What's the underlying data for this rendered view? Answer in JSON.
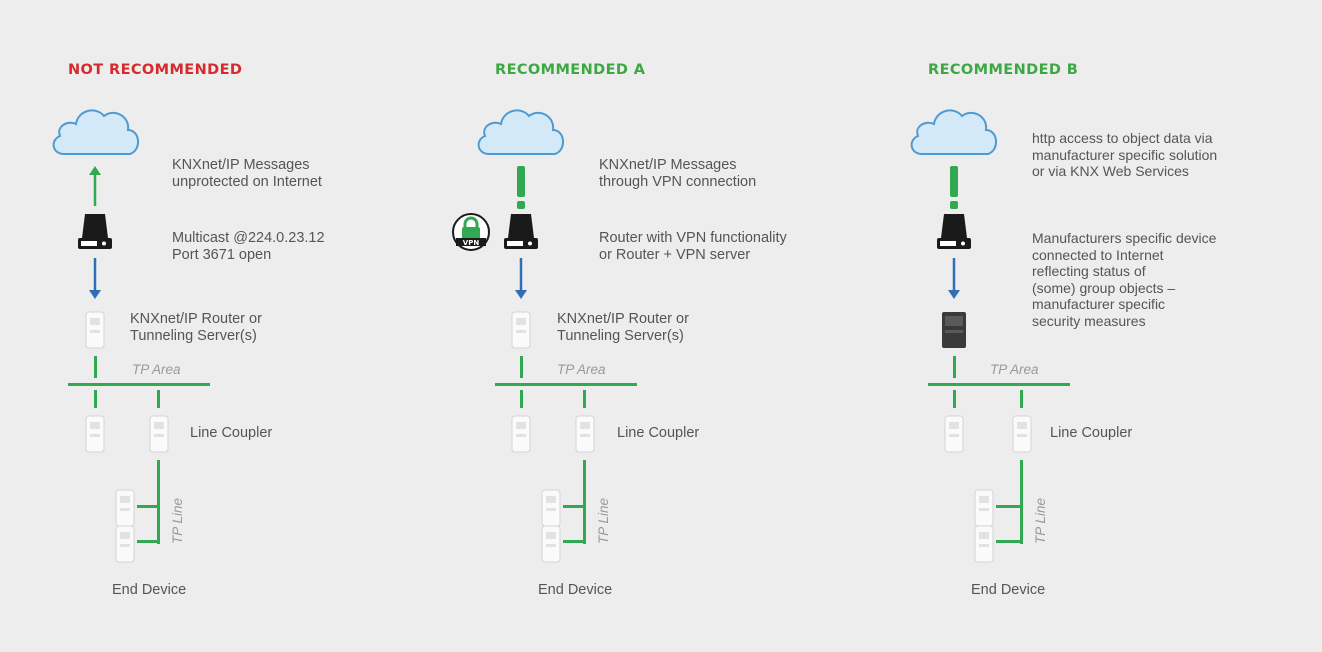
{
  "panels": [
    {
      "title": "NOT RECOMMENDED",
      "title_color": "#d62a2e",
      "link_type": "arrow-up",
      "link_text": "KNXnet/IP Messages\nunprotected on Internet",
      "router_text": "Multicast @224.0.23.12\nPort 3671 open",
      "has_vpn_badge": false,
      "device_text": "KNXnet/IP Router or\nTunneling Server(s)",
      "area_label": "TP Area",
      "coupler_label": "Line Coupler",
      "line_label": "TP Line",
      "end_label": "End Device"
    },
    {
      "title": "RECOMMENDED A",
      "title_color": "#3da843",
      "link_type": "dashed",
      "link_text": "KNXnet/IP Messages\nthrough VPN connection",
      "router_text": "Router with VPN functionality\nor Router + VPN server",
      "has_vpn_badge": true,
      "vpn_badge_text": "VPN",
      "device_text": "KNXnet/IP Router or\nTunneling Server(s)",
      "area_label": "TP Area",
      "coupler_label": "Line Coupler",
      "line_label": "TP Line",
      "end_label": "End Device"
    },
    {
      "title": "RECOMMENDED B",
      "title_color": "#3da843",
      "link_type": "dashed",
      "link_text": "http access to object data via\nmanufacturer specific solution\nor via KNX Web Services",
      "router_text": "Manufacturers specific device\nconnected to Internet\nreflecting status of\n(some) group objects –\nmanufacturer specific\nsecurity measures",
      "has_vpn_badge": false,
      "device_text": "",
      "area_label": "TP Area",
      "coupler_label": "Line Coupler",
      "line_label": "TP Line",
      "end_label": "End Device"
    }
  ],
  "icons": {
    "cloud": "cloud-icon",
    "router": "router-icon",
    "lock": "lock-icon",
    "device": "knx-device-icon",
    "gateway": "gateway-device-icon"
  },
  "colors": {
    "green": "#32a852",
    "blue": "#2f6fb5",
    "cloud_fill": "#d4e9f7",
    "cloud_stroke": "#4d9bd2"
  }
}
